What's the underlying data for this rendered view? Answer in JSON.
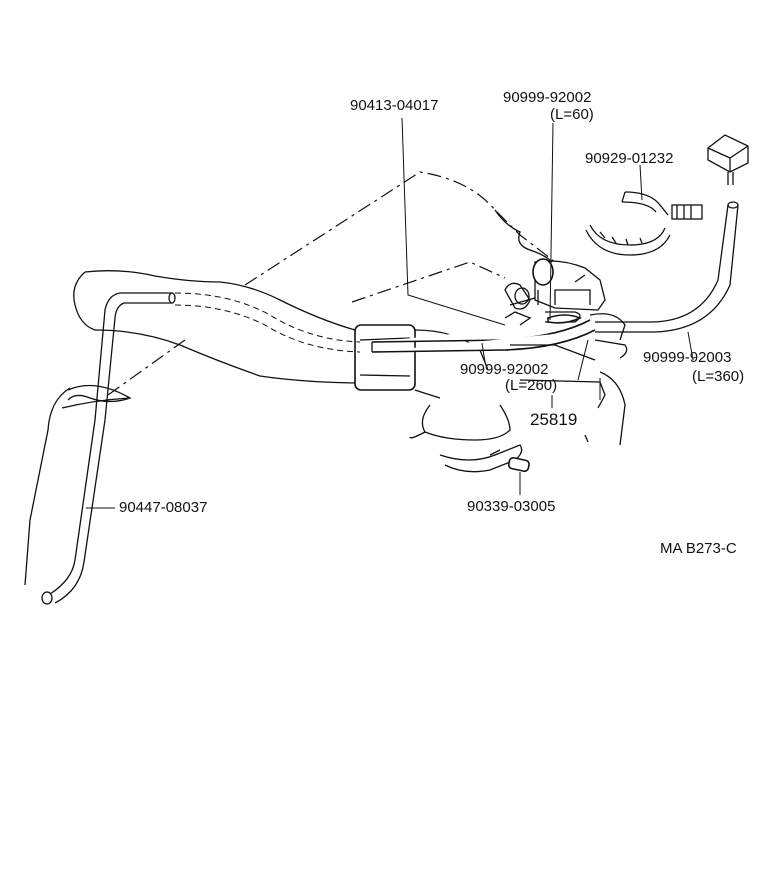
{
  "labels": {
    "p_90413_04017": "90413-04017",
    "p_90999_92002_top": "90999-92002",
    "p_90999_92002_top_len": "(L=60)",
    "p_90929_01232": "90929-01232",
    "p_90999_92003": "90999-92003",
    "p_90999_92003_len": "(L=360)",
    "p_90999_92002_mid": "90999-92002",
    "p_90999_92002_mid_len": "(L=260)",
    "p_25819": "25819",
    "p_90339_03005": "90339-03005",
    "p_90447_08037": "90447-08037",
    "diagram_code": "MA B273-C"
  }
}
